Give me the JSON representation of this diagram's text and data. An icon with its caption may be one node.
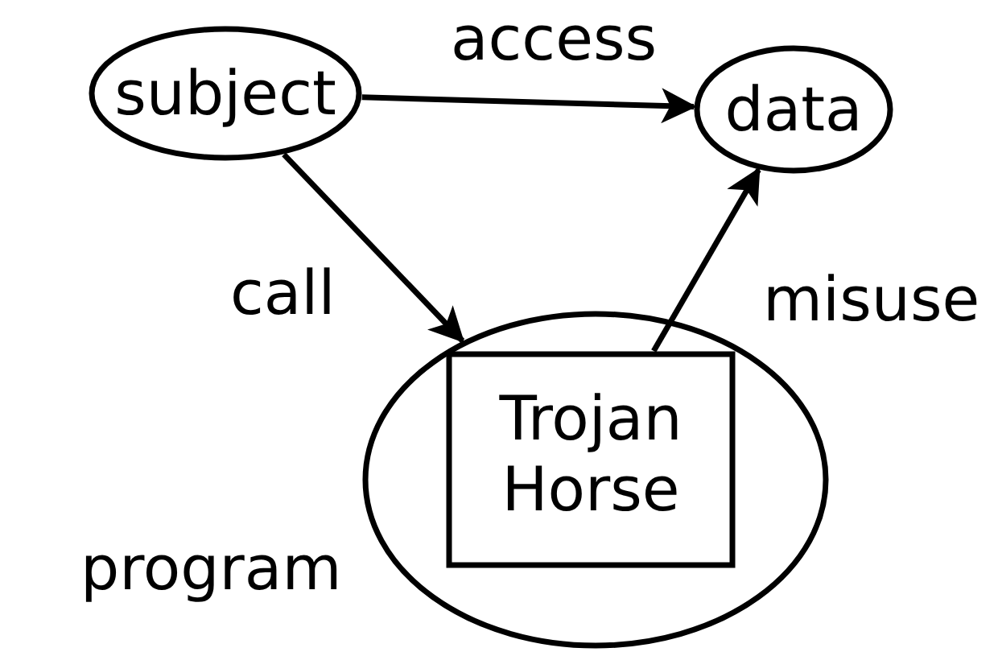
{
  "diagram": {
    "nodes": [
      {
        "text": [
          "subject"
        ]
      },
      {
        "text": [
          "data"
        ]
      },
      {
        "text": [
          "program"
        ]
      },
      {
        "text": [
          "Trojan Horse"
        ],
        "in": 2
      }
    ],
    "edges": [
      {
        "from": 0,
        "to": 1,
        "arrow": "to",
        "label": "access"
      },
      {
        "from": 0,
        "to": 2,
        "arrow": "to",
        "label": "call"
      },
      {
        "from": 3,
        "to": 1,
        "arrow": "to",
        "label": "misuse"
      }
    ]
  }
}
